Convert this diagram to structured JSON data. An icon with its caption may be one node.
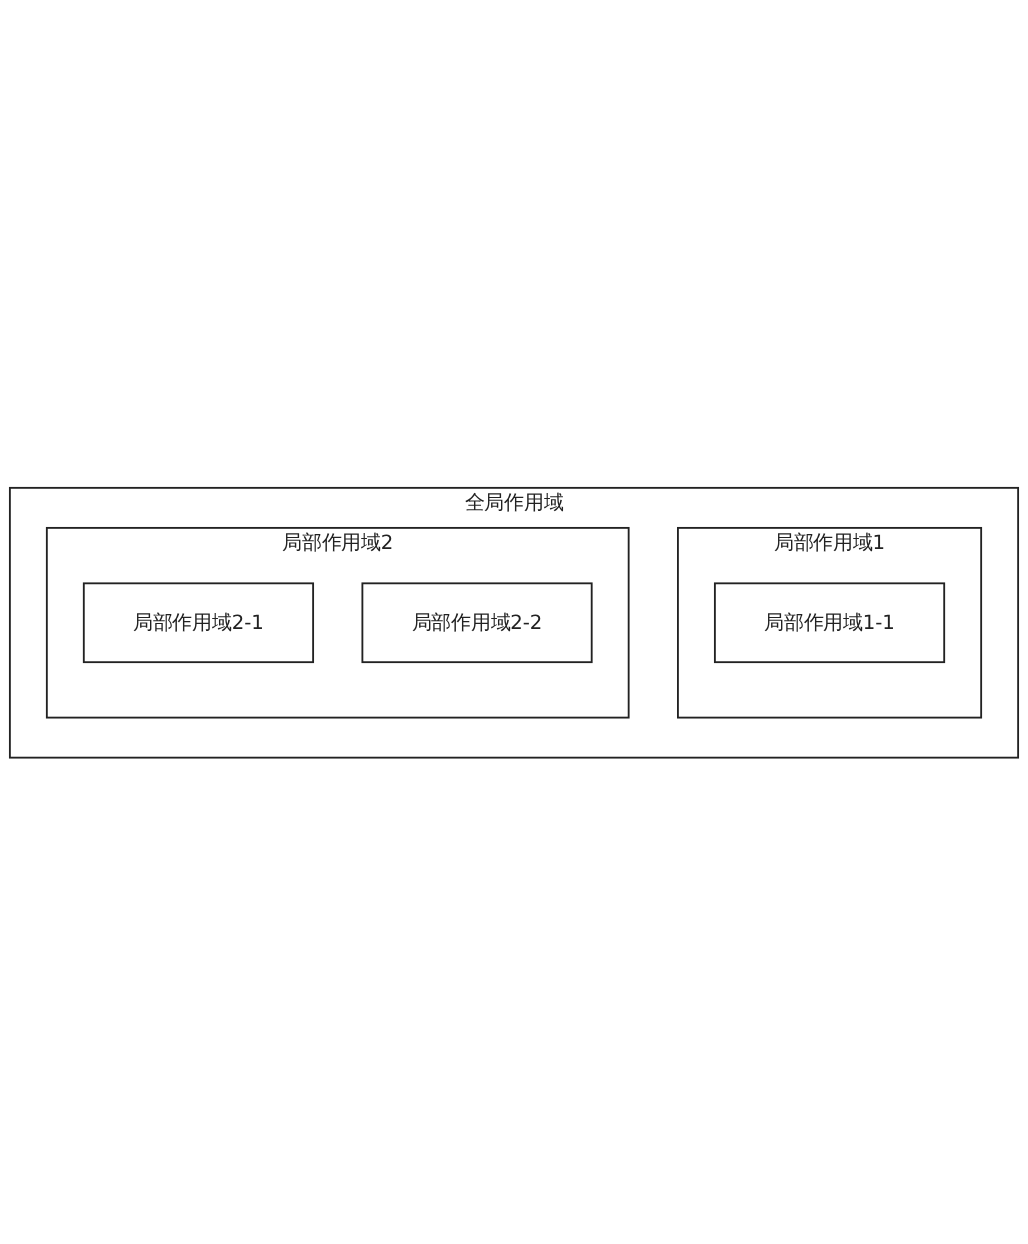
{
  "diagram": {
    "nodes": [
      {
        "text": [
          "全局作用域"
        ]
      },
      {
        "text": [
          "局部作用域1"
        ],
        "in": 0
      },
      {
        "text": [
          "局部作用域1-1"
        ],
        "in": 1
      },
      {
        "text": [
          "局部作用域2"
        ],
        "in": 0
      },
      {
        "text": [
          "局部作用域2-1"
        ],
        "in": 3
      },
      {
        "text": [
          "局部作用域2-2"
        ],
        "in": 3
      }
    ]
  }
}
